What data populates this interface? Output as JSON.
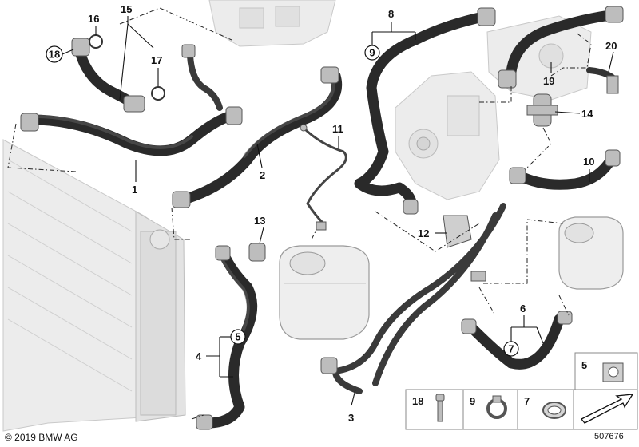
{
  "footer": {
    "copyright": "© 2019 BMW AG",
    "document_number": "507676"
  },
  "callouts": {
    "n1": "1",
    "n2": "2",
    "n3": "3",
    "n4": "4",
    "n5": "5",
    "n6": "6",
    "n7": "7",
    "n8": "8",
    "n9": "9",
    "n10": "10",
    "n11": "11",
    "n12": "12",
    "n13": "13",
    "n14": "14",
    "n15": "15",
    "n16": "16",
    "n17": "17",
    "n18": "18",
    "n19": "19",
    "n20": "20"
  },
  "circled_callouts": {
    "c18": "18",
    "c9": "9",
    "c5": "5",
    "c7": "7"
  },
  "legend": {
    "item5": "5",
    "item18": "18",
    "item9": "9",
    "item7": "7"
  }
}
